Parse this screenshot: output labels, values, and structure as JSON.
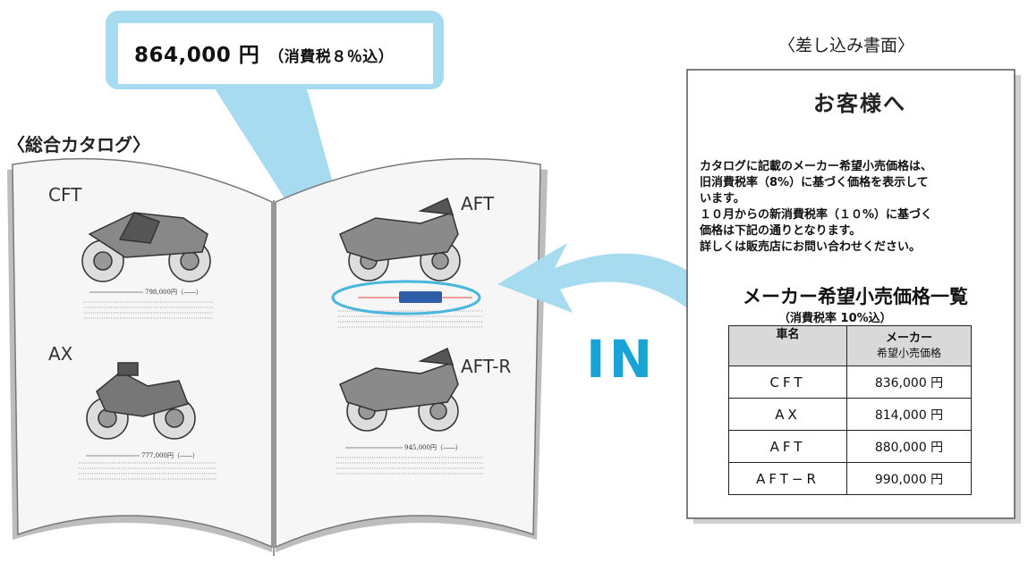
{
  "callout": {
    "price": "864,000 円",
    "tax_note": "（消費税８％込）"
  },
  "catalog": {
    "title": "〈総合カタログ〉",
    "models": [
      {
        "label": "CFT",
        "price_text": "798,000円（――）"
      },
      {
        "label": "AX",
        "price_text": "777,000円（――）"
      },
      {
        "label": "AFT",
        "price_text": ""
      },
      {
        "label": "AFT-R",
        "price_text": "945,000円（――）"
      }
    ]
  },
  "arrow_label": "IN",
  "insert": {
    "title": "〈差し込み書面〉",
    "heading": "お客様へ",
    "body_lines": [
      "カタログに記載のメーカー希望小売価格は、",
      "旧消費税率（8%）に基づく価格を表示して",
      "います。",
      "１０月からの新消費税率（１０%）に基づく",
      "価格は下記の通りとなります。",
      "詳しくは販売店にお問い合わせください。"
    ],
    "list_title": "メーカー希望小売価格一覧",
    "list_subtitle": "（消費税率 10%込）",
    "table": {
      "headers": [
        "車名",
        "メーカー",
        "希望小売価格"
      ],
      "rows": [
        {
          "name": "CFT",
          "price": "836,000 円"
        },
        {
          "name": "AX",
          "price": "814,000 円"
        },
        {
          "name": "AFT",
          "price": "880,000 円"
        },
        {
          "name": "AFT−R",
          "price": "990,000 円"
        }
      ]
    }
  },
  "colors": {
    "callout_blue": "#a7dbef",
    "arrow_blue": "#a7dbef",
    "in_text": "#1aa3d6",
    "highlight_bar": "#2e5ea8",
    "ellipse_stroke": "#49b6dd"
  }
}
